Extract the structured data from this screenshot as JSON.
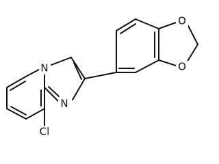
{
  "atoms": {
    "n_bridge": "N",
    "n_imidazole": "N",
    "o_top": "O",
    "o_bottom": "O",
    "cl": "Cl"
  }
}
